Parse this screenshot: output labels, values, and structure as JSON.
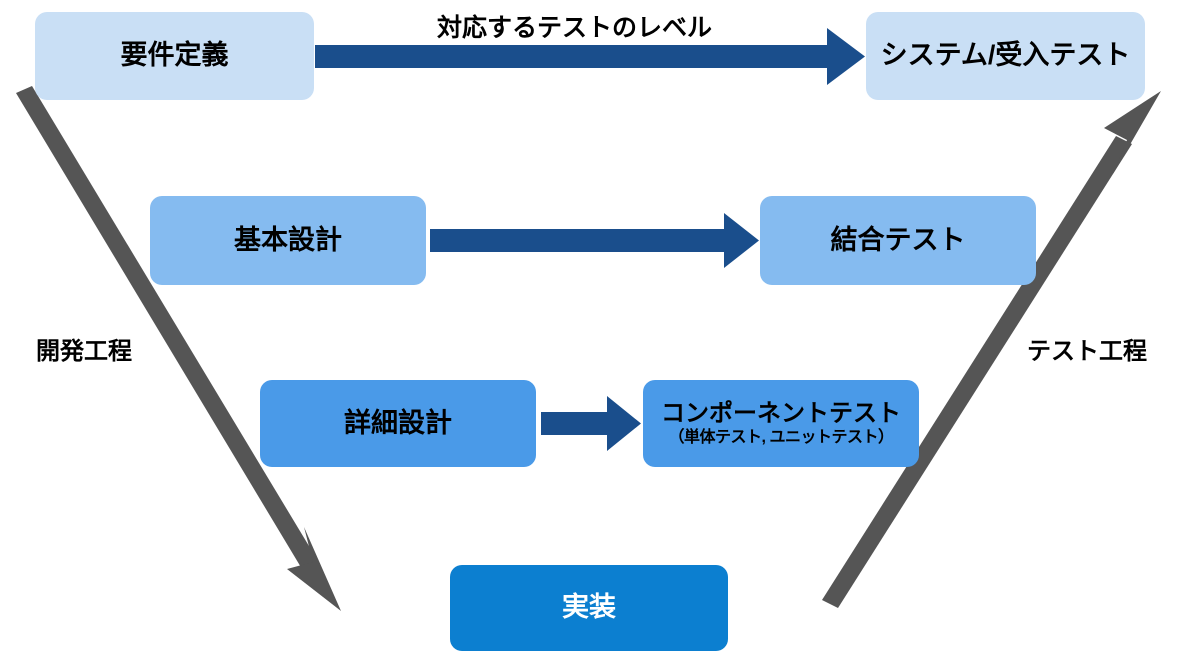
{
  "diagram": {
    "title_label": "対応するテストのレベル",
    "side_labels": {
      "left": "開発工程",
      "right": "テスト工程"
    },
    "colors": {
      "level1_box": "#c9dff5",
      "level2_box": "#85bbf0",
      "level3_box": "#4a9ae8",
      "implementation_box": "#0c7fd0",
      "blue_arrow": "#1a4e8c",
      "gray_arrow": "#555555",
      "background": "#ffffff",
      "text_dark": "#000000",
      "text_light": "#ffffff"
    },
    "rows": [
      {
        "left_box": "要件定義",
        "right_box": "システム/受入テスト",
        "right_box_sub": "",
        "arrow": "right-arrow-icon"
      },
      {
        "left_box": "基本設計",
        "right_box": "結合テスト",
        "right_box_sub": "",
        "arrow": "right-arrow-icon"
      },
      {
        "left_box": "詳細設計",
        "right_box": "コンポーネントテスト",
        "right_box_sub": "（単体テスト, ユニットテスト）",
        "arrow": "right-arrow-icon"
      }
    ],
    "bottom_box": "実装"
  }
}
